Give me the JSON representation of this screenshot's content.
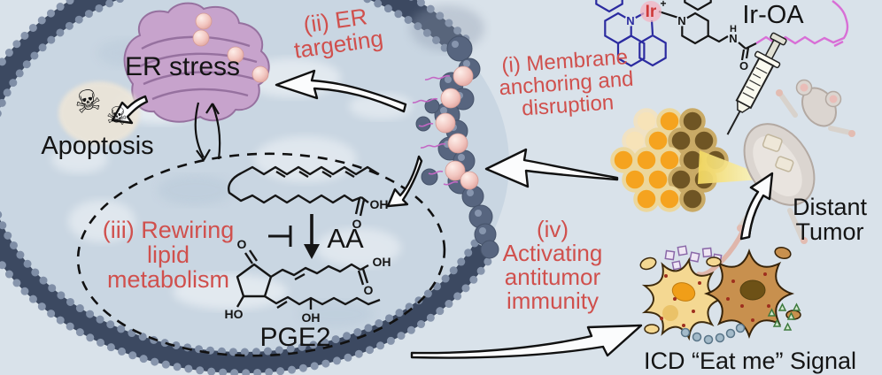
{
  "title": "Ir-OA membrane-anchoring photosensitizer mechanism diagram",
  "steps": {
    "one": "(i) Membrane anchoring and disruption",
    "two": "(ii) ER targeting",
    "three": "(iii) Rewiring lipid metabolism",
    "four": "(iv) Activating antitumor immunity"
  },
  "labels": {
    "er_stress": "ER stress",
    "apoptosis": "Apoptosis",
    "aa": "AA",
    "pge2": "PGE2",
    "ir_oa": "Ir-OA",
    "distant_tumor": "Distant Tumor",
    "icd_signal": "ICD “Eat me” Signal"
  },
  "chem": {
    "ir": "Ir",
    "ir_charge": "+",
    "n_blue": "N",
    "n_black": "N",
    "amide_n": "N",
    "amide_h": "H",
    "amide_o": "O",
    "aa_oh": "OH",
    "aa_o": "O",
    "pge2_ketone_o": "O",
    "pge2_cooh_oh": "OH",
    "pge2_cooh_o": "O",
    "pge2_ho": "HO",
    "pge2_oh": "OH"
  },
  "icons": {
    "skull": "☠"
  },
  "colors": {
    "background": "#d9e2ea",
    "red_text": "#d0504d",
    "black_text": "#141414",
    "membrane_band": "#3c4961",
    "membrane_bead": "#8795ac",
    "cell_interior": "#c9d6e2",
    "er_purple": "#c7a3cc",
    "pink_sphere": "#f2c6c0",
    "oa_chain_pink": "#d86fd6",
    "ligand_blue": "#2b2ba0",
    "tumor_orange": "#f5a31f",
    "tumor_brown": "#6f5524",
    "beam_yellow": "#f4dc6e",
    "mouse_gray": "#dbd5d0",
    "icd_tan": "#f4d892",
    "icd_brown": "#c8904e"
  }
}
